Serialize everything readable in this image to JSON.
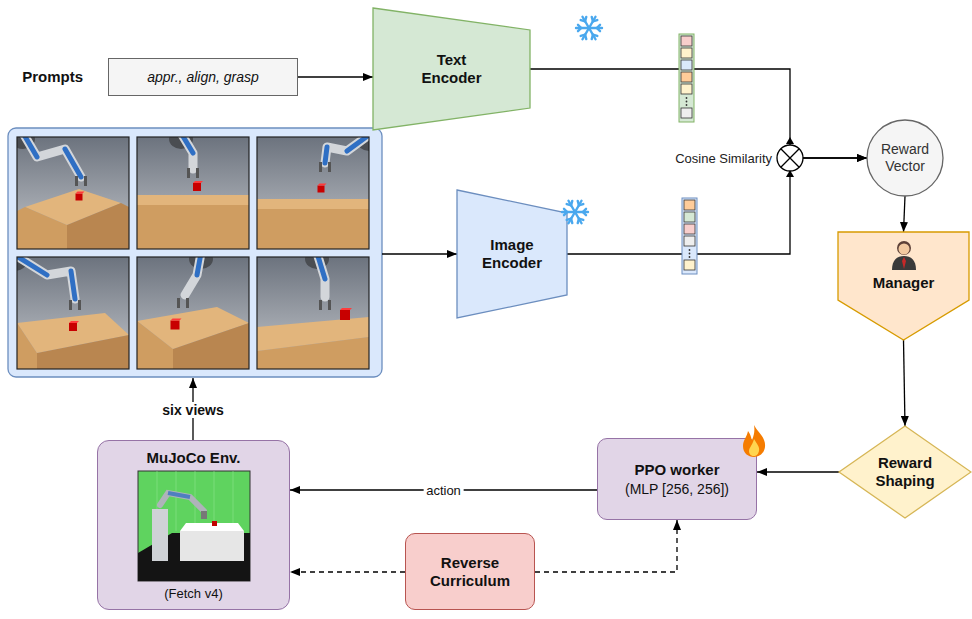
{
  "diagram": {
    "nodes": [
      {
        "text": [
          "Prompts",
          "appr., align, grasp"
        ]
      },
      {
        "text": [
          "Text Encoder"
        ]
      },
      {
        "text": [
          "Image Encoder"
        ]
      },
      {
        "text": [
          "Reward Vector"
        ]
      },
      {
        "text": [
          "Manager"
        ]
      },
      {
        "text": [
          "Reward Shaping"
        ]
      },
      {
        "text": [
          "PPO worker",
          "(MLP [256, 256])"
        ]
      },
      {
        "text": [
          "MuJoCo Env.",
          "(Fetch v4)"
        ]
      },
      {
        "text": [
          "Reverse Curriculum"
        ]
      }
    ],
    "edges": [
      {
        "from": 0,
        "to": 1,
        "arrow": "to"
      },
      {
        "from": 1,
        "to": 3,
        "arrow": "to"
      },
      {
        "from": 2,
        "to": 3,
        "arrow": "to"
      },
      {
        "from": 3,
        "to": 4,
        "arrow": "to"
      },
      {
        "from": 4,
        "to": 5,
        "arrow": "to"
      },
      {
        "from": 5,
        "to": 6,
        "arrow": "to"
      },
      {
        "from": 6,
        "to": 7,
        "label": "action",
        "arrow": "to"
      },
      {
        "from": 8,
        "to": 6,
        "arrow": "to"
      },
      {
        "from": 8,
        "to": 7,
        "arrow": "to"
      }
    ],
    "labels": [
      "Cosine Similarity",
      "six views"
    ]
  }
}
